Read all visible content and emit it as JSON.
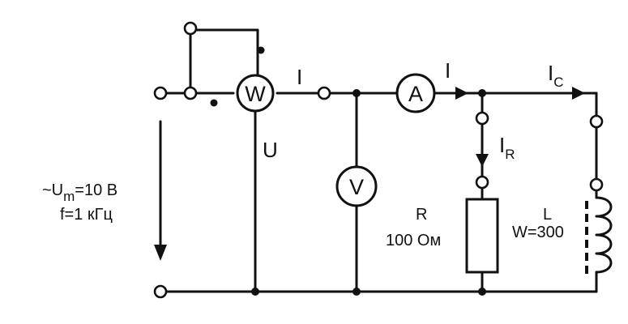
{
  "meters": {
    "wattmeter": "W",
    "ammeter": "A",
    "voltmeter": "V"
  },
  "currents": {
    "total": "I",
    "total_right": "I",
    "capacitor": {
      "base": "I",
      "sub": "C"
    },
    "resistor": {
      "base": "I",
      "sub": "R"
    }
  },
  "voltage": {
    "label": "U"
  },
  "source": {
    "amplitude": {
      "prefix": "~U",
      "sub": "m",
      "value": "=10 В"
    },
    "frequency": "f=1 кГц"
  },
  "resistor": {
    "name": "R",
    "value": "100 Ом"
  },
  "inductor": {
    "name": "L",
    "turns": "W=300"
  }
}
